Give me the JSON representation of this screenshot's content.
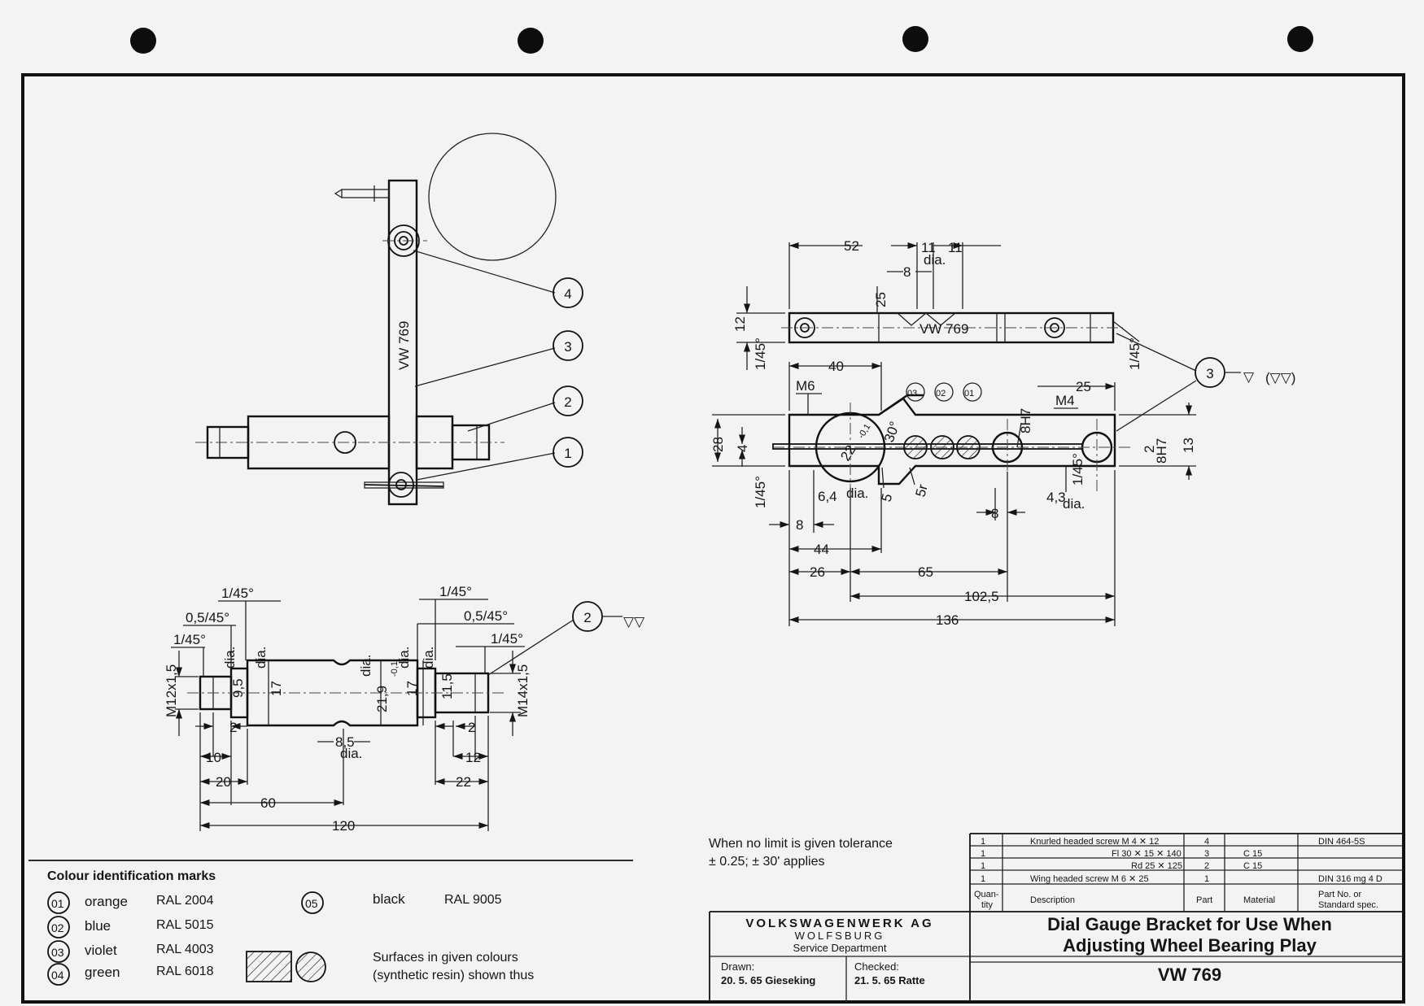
{
  "balloons": [
    "1",
    "2",
    "3",
    "4"
  ],
  "part_marking": "VW 769",
  "dimensions": {
    "bracket_top": [
      "52",
      "11",
      "11",
      "dia.",
      "8",
      "25",
      "12",
      "1/45°",
      "1/45°"
    ],
    "bracket_plan": [
      "40",
      "M6",
      "25",
      "M4",
      "28",
      "4",
      "8H7",
      "2",
      "8H7",
      "13",
      "22",
      "30°",
      "1/45°",
      "6,4",
      "dia.",
      "5",
      "5r",
      "1/45°",
      "4,3",
      "dia.",
      "8",
      "8",
      "44",
      "26",
      "65",
      "102,5",
      "136"
    ],
    "bracket_plan_more": [
      "-0,1"
    ],
    "spindle": [
      "1/45°",
      "1/45°",
      "0,5/45°",
      "0,5/45°",
      "1/45°",
      "1/45°",
      "M12x1,5",
      "M14x1,5",
      "9,5",
      "dia.",
      "17",
      "dia.",
      "21,9",
      "-0,1",
      "dia.",
      "17",
      "dia.",
      "11,5",
      "dia.",
      "8,5",
      "dia.",
      "2",
      "2",
      "10",
      "12",
      "20",
      "22",
      "60",
      "120"
    ]
  },
  "surface_symbols": {
    "s2": "▽▽",
    "s3": "▽",
    "s3b": "(▽▽)"
  },
  "colour_marks": {
    "title": "Colour identification marks",
    "items": [
      {
        "no": "01",
        "name": "orange",
        "ral": "RAL 2004"
      },
      {
        "no": "02",
        "name": "blue",
        "ral": "RAL 5015"
      },
      {
        "no": "03",
        "name": "violet",
        "ral": "RAL 4003"
      },
      {
        "no": "04",
        "name": "green",
        "ral": "RAL 6018"
      },
      {
        "no": "05",
        "name": "black",
        "ral": "RAL 9005"
      }
    ],
    "hatch_note_1": "Surfaces in given colours",
    "hatch_note_2": "(synthetic resin) shown thus"
  },
  "color_dots": [
    "03",
    "02",
    "01"
  ],
  "tolerance_note": {
    "line1": "When no limit is given tolerance",
    "line2": "± 0.25; ± 30' applies"
  },
  "parts_list": {
    "rows": [
      {
        "qty": "1",
        "desc": "Knurled headed screw  M 4 ✕  12",
        "part": "4",
        "material": "",
        "std": "DIN 464-5S"
      },
      {
        "qty": "1",
        "desc": "Fl 30 ✕ 15 ✕ 140",
        "part": "3",
        "material": "C 15",
        "std": ""
      },
      {
        "qty": "1",
        "desc": "Rd 25 ✕ 125",
        "part": "2",
        "material": "C 15",
        "std": ""
      },
      {
        "qty": "1",
        "desc": "Wing headed screw      M 6 ✕  25",
        "part": "1",
        "material": "",
        "std": "DIN 316 mg 4 D"
      }
    ],
    "headers": {
      "qty1": "Quan-",
      "qty2": "tity",
      "desc": "Description",
      "part": "Part",
      "material": "Material",
      "std1": "Part No. or",
      "std2": "Standard spec."
    }
  },
  "title_block": {
    "company": "VOLKSWAGENWERK AG",
    "city": "WOLFSBURG",
    "dept": "Service Department",
    "drawn_label": "Drawn:",
    "drawn_value": "20. 5. 65  Gieseking",
    "checked_label": "Checked:",
    "checked_value": "21. 5. 65  Ratte",
    "title1": "Dial Gauge Bracket for Use When",
    "title2": "Adjusting Wheel Bearing Play",
    "number": "VW 769"
  }
}
